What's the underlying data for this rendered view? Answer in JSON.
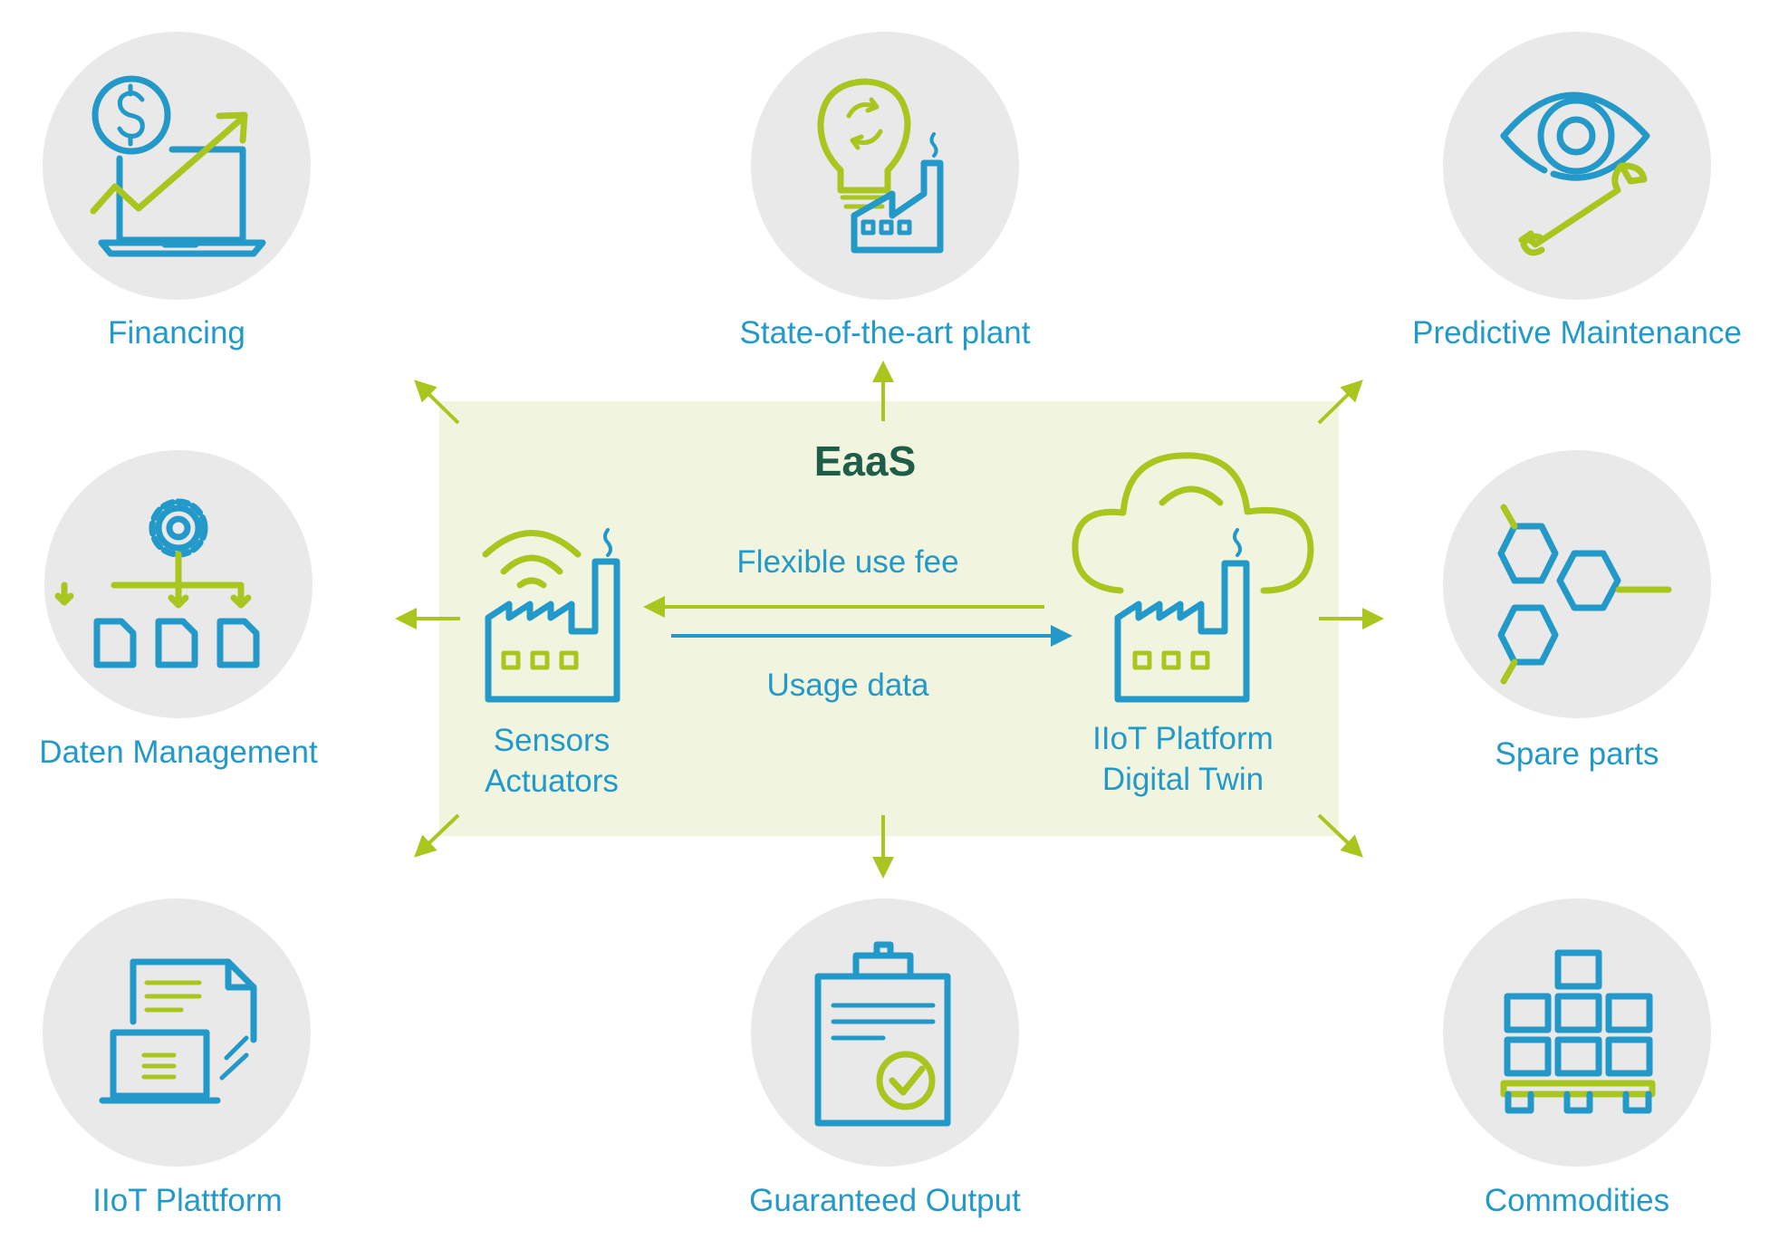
{
  "diagram": {
    "title": "EaaS",
    "center": {
      "left_node": {
        "lines": [
          "Sensors",
          "Actuators"
        ]
      },
      "right_node": {
        "lines": [
          "IIoT Platform",
          "Digital Twin"
        ]
      },
      "flow_top_label": "Flexible use fee",
      "flow_bottom_label": "Usage data"
    },
    "services": {
      "financing": "Financing",
      "plant": "State-of-the-art plant",
      "maintenance": "Predictive Maintenance",
      "data": "Daten Management",
      "spare": "Spare parts",
      "platform": "IIoT Plattform",
      "output": "Guaranteed Output",
      "commodities": "Commodities"
    },
    "icons": {
      "financing": "dollar-laptop-growth-icon",
      "plant": "lightbulb-factory-icon",
      "maintenance": "eye-wrench-icon",
      "data": "gear-documents-icon",
      "spare": "hexagon-cluster-icon",
      "platform": "document-laptop-sync-icon",
      "output": "clipboard-check-icon",
      "commodities": "pallet-boxes-icon",
      "sensors": "factory-wifi-icon",
      "cloud": "cloud-factory-icon"
    },
    "colors": {
      "blue": "#2299c9",
      "green": "#a8c61e",
      "panel": "#f1f5e0",
      "circle": "#e9e9e9",
      "title": "#1e5e48"
    }
  }
}
